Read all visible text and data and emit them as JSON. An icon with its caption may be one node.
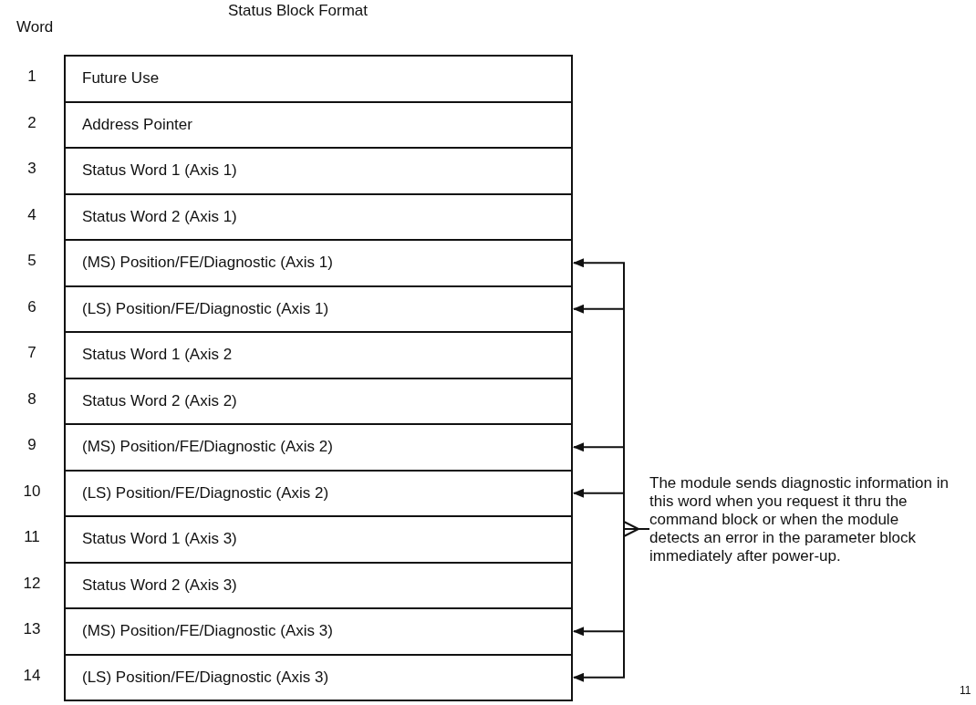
{
  "diagram": {
    "title": "Status Block Format",
    "nodes": [
      {
        "text": [
          "Future Use"
        ]
      },
      {
        "text": [
          "Address Pointer"
        ]
      },
      {
        "text": [
          "Status Word 1 (Axis 1)"
        ]
      },
      {
        "text": [
          "Status Word 2 (Axis 1)"
        ]
      },
      {
        "text": [
          "(MS) Position/FE/Diagnostic (Axis 1)"
        ]
      },
      {
        "text": [
          "(LS) Position/FE/Diagnostic (Axis 1)"
        ]
      },
      {
        "text": [
          "Status Word 1 (Axis 2"
        ]
      },
      {
        "text": [
          "Status Word 2 (Axis 2)"
        ]
      },
      {
        "text": [
          "(MS) Position/FE/Diagnostic (Axis 2)"
        ]
      },
      {
        "text": [
          "(LS) Position/FE/Diagnostic (Axis 2)"
        ]
      },
      {
        "text": [
          "Status Word 1 (Axis 3)"
        ]
      },
      {
        "text": [
          "Status Word 2 (Axis 3)"
        ]
      },
      {
        "text": [
          "(MS) Position/FE/Diagnostic (Axis 3)"
        ]
      },
      {
        "text": [
          "(LS) Position/FE/Diagnostic (Axis 3)"
        ]
      },
      {
        "text": [
          "The module sends diagnostic information in this word when you request it thru the command block or when the module detects an error in the parameter block immediately after power-up."
        ]
      }
    ],
    "edges": [
      {
        "from": 14,
        "to": 4,
        "arrow": "to"
      },
      {
        "from": 14,
        "to": 5,
        "arrow": "to"
      },
      {
        "from": 14,
        "to": 8,
        "arrow": "to"
      },
      {
        "from": 14,
        "to": 9,
        "arrow": "to"
      },
      {
        "from": 14,
        "to": 12,
        "arrow": "to"
      },
      {
        "from": 14,
        "to": 13,
        "arrow": "to"
      }
    ],
    "labels": [
      "Word",
      "1",
      "2",
      "3",
      "4",
      "5",
      "6",
      "7",
      "8",
      "9",
      "10",
      "11",
      "12",
      "13",
      "14",
      "11"
    ]
  }
}
